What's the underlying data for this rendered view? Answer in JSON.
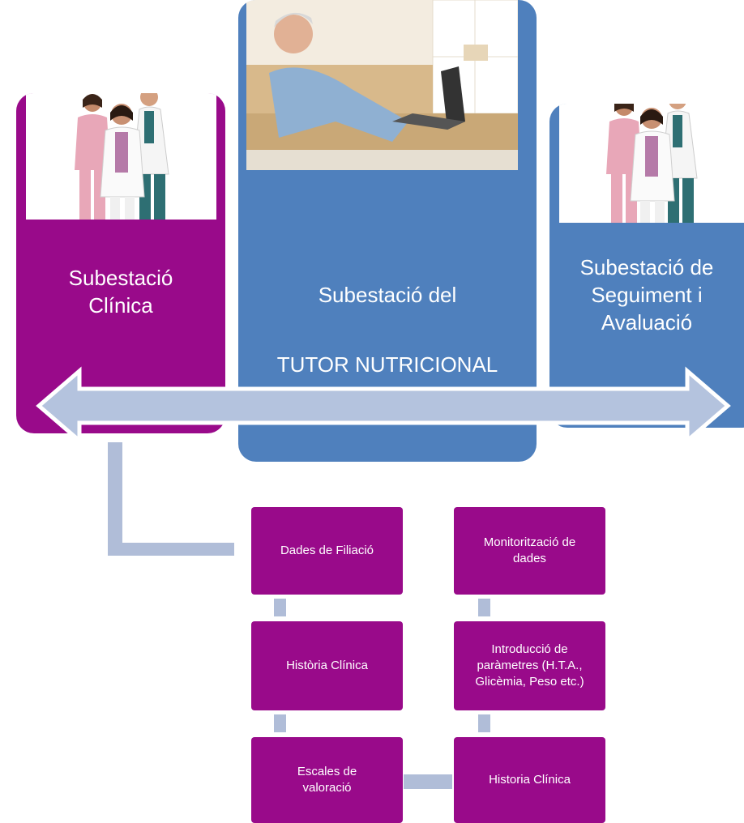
{
  "colors": {
    "clinic": "#990a8a",
    "tutor": "#4f80bd",
    "seguiment": "#4f80bd",
    "step": "#990a8a",
    "arrow_fill": "#b4c3de",
    "connector": "#b0bdd8"
  },
  "stations": {
    "clinic": {
      "title": "Subestació\nClínica",
      "photo": "medical-team-photo"
    },
    "tutor": {
      "title_line1": "Subestació del",
      "title_line2": "TUTOR NUTRICIONAL",
      "photo": "elderly-man-laptop-photo"
    },
    "seguiment": {
      "title": "Subestació de\nSeguiment i\nAvaluació",
      "photo": "medical-team-photo"
    }
  },
  "arrow": {
    "direction": "bidirectional"
  },
  "left_column": [
    {
      "label": "Dades  de Filiació"
    },
    {
      "label": "Història Clínica"
    },
    {
      "label": "Escales de\nvaloració"
    }
  ],
  "right_column": [
    {
      "label": "Monitorització de\ndades"
    },
    {
      "label": "Introducció de\nparàmetres (H.T.A.,\nGlicèmia, Peso etc.)"
    },
    {
      "label": "Historia Clínica"
    }
  ]
}
